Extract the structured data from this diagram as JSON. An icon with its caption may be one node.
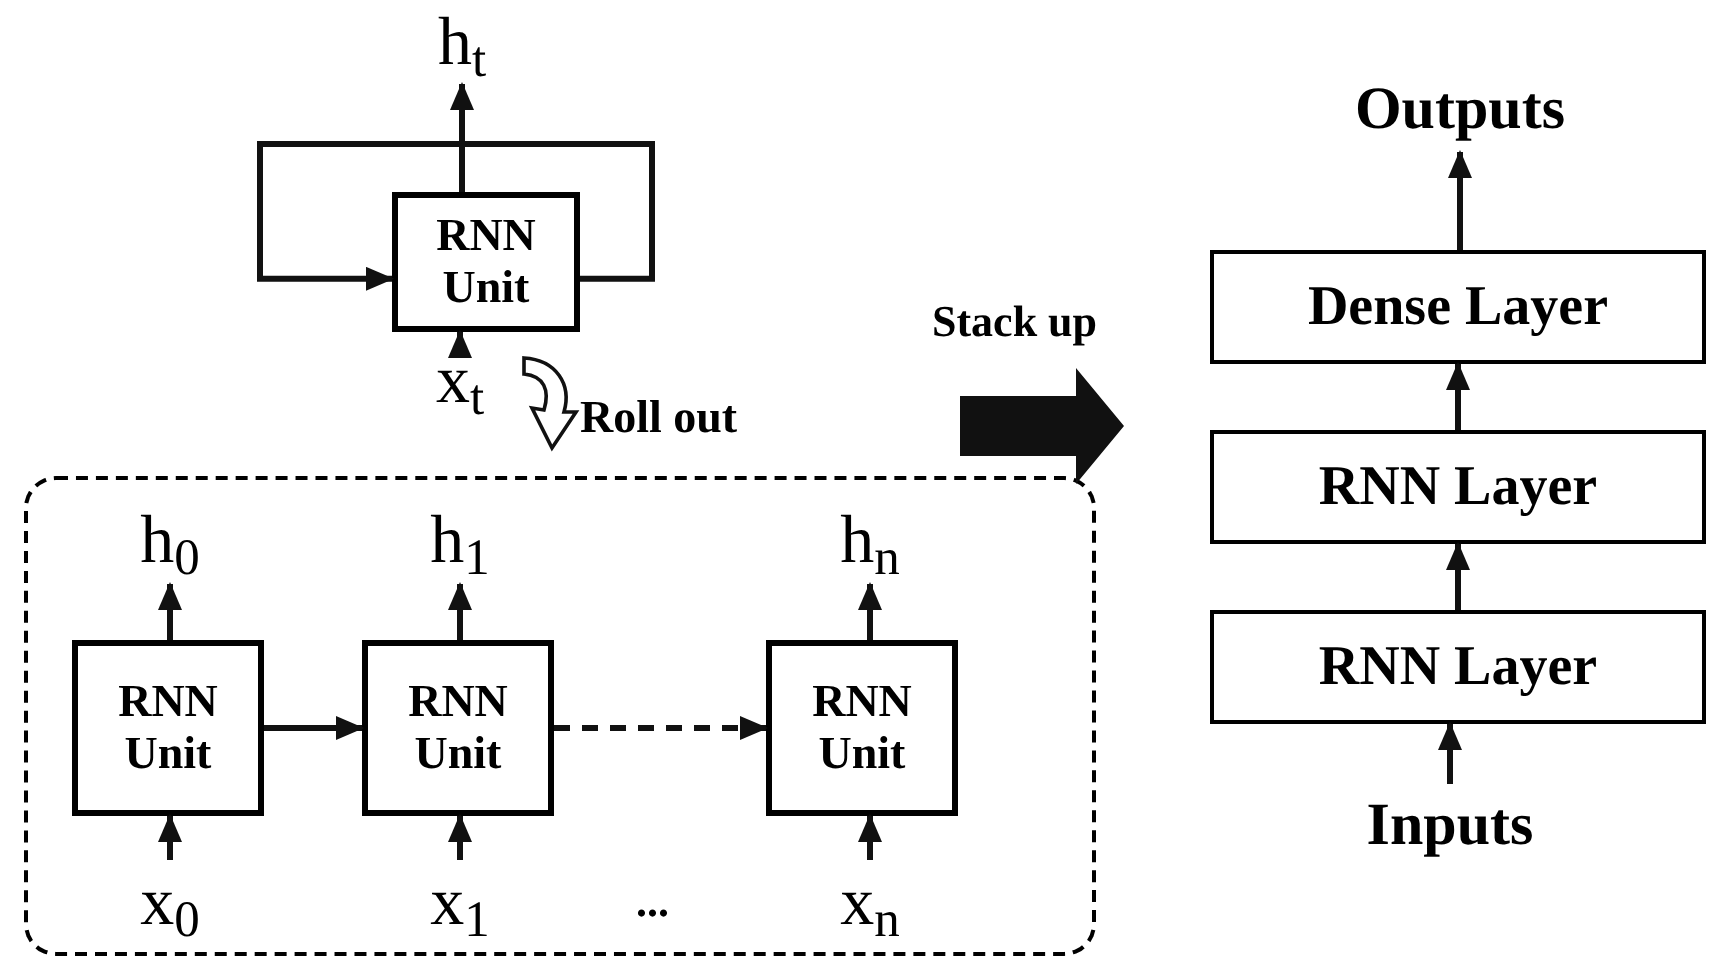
{
  "diagram": {
    "nodes": [
      {
        "text": [
          "RNN Unit"
        ]
      },
      {
        "text": [
          "h$_{t}$"
        ]
      },
      {
        "text": [
          "x$_{t}$"
        ]
      },
      {
        "text": [],
        "shape": "box"
      },
      {
        "text": [
          "RNN Unit"
        ],
        "in": 3
      },
      {
        "text": [
          "RNN Unit"
        ],
        "in": 3
      },
      {
        "text": [
          "RNN Unit"
        ],
        "in": 3
      },
      {
        "text": [
          "h$_{0}$"
        ],
        "in": 3
      },
      {
        "text": [
          "h$_{1}$"
        ],
        "in": 3
      },
      {
        "text": [
          "h$_{n}$"
        ],
        "in": 3
      },
      {
        "text": [
          "x$_{0}$"
        ],
        "in": 3
      },
      {
        "text": [
          "x$_{1}$"
        ],
        "in": 3
      },
      {
        "text": [
          "x$_{n}$"
        ],
        "in": 3
      },
      {
        "text": [
          "Dense Layer"
        ]
      },
      {
        "text": [
          "RNN Layer"
        ]
      },
      {
        "text": [
          "RNN Layer"
        ]
      },
      {
        "text": [
          "Outputs"
        ]
      },
      {
        "text": [
          "Inputs"
        ]
      }
    ],
    "edges": [
      {
        "from": 0,
        "to": 1,
        "arrow": "to"
      },
      {
        "from": 2,
        "to": 0,
        "arrow": "to"
      },
      {
        "from": 0,
        "to": 0,
        "arrow": "to"
      },
      {
        "from": 10,
        "to": 4,
        "arrow": "to"
      },
      {
        "from": 11,
        "to": 5,
        "arrow": "to"
      },
      {
        "from": 12,
        "to": 6,
        "arrow": "to"
      },
      {
        "from": 4,
        "to": 7,
        "arrow": "to"
      },
      {
        "from": 5,
        "to": 8,
        "arrow": "to"
      },
      {
        "from": 6,
        "to": 9,
        "arrow": "to"
      },
      {
        "from": 4,
        "to": 5,
        "arrow": "to"
      },
      {
        "from": 5,
        "to": 6,
        "arrow": "to",
        "style": "dashed"
      },
      {
        "from": 17,
        "to": 15,
        "arrow": "to"
      },
      {
        "from": 15,
        "to": 14,
        "arrow": "to"
      },
      {
        "from": 14,
        "to": 13,
        "arrow": "to"
      },
      {
        "from": 13,
        "to": 16,
        "arrow": "to"
      }
    ],
    "labels": [
      "Roll out",
      "Stack up",
      "..."
    ]
  }
}
